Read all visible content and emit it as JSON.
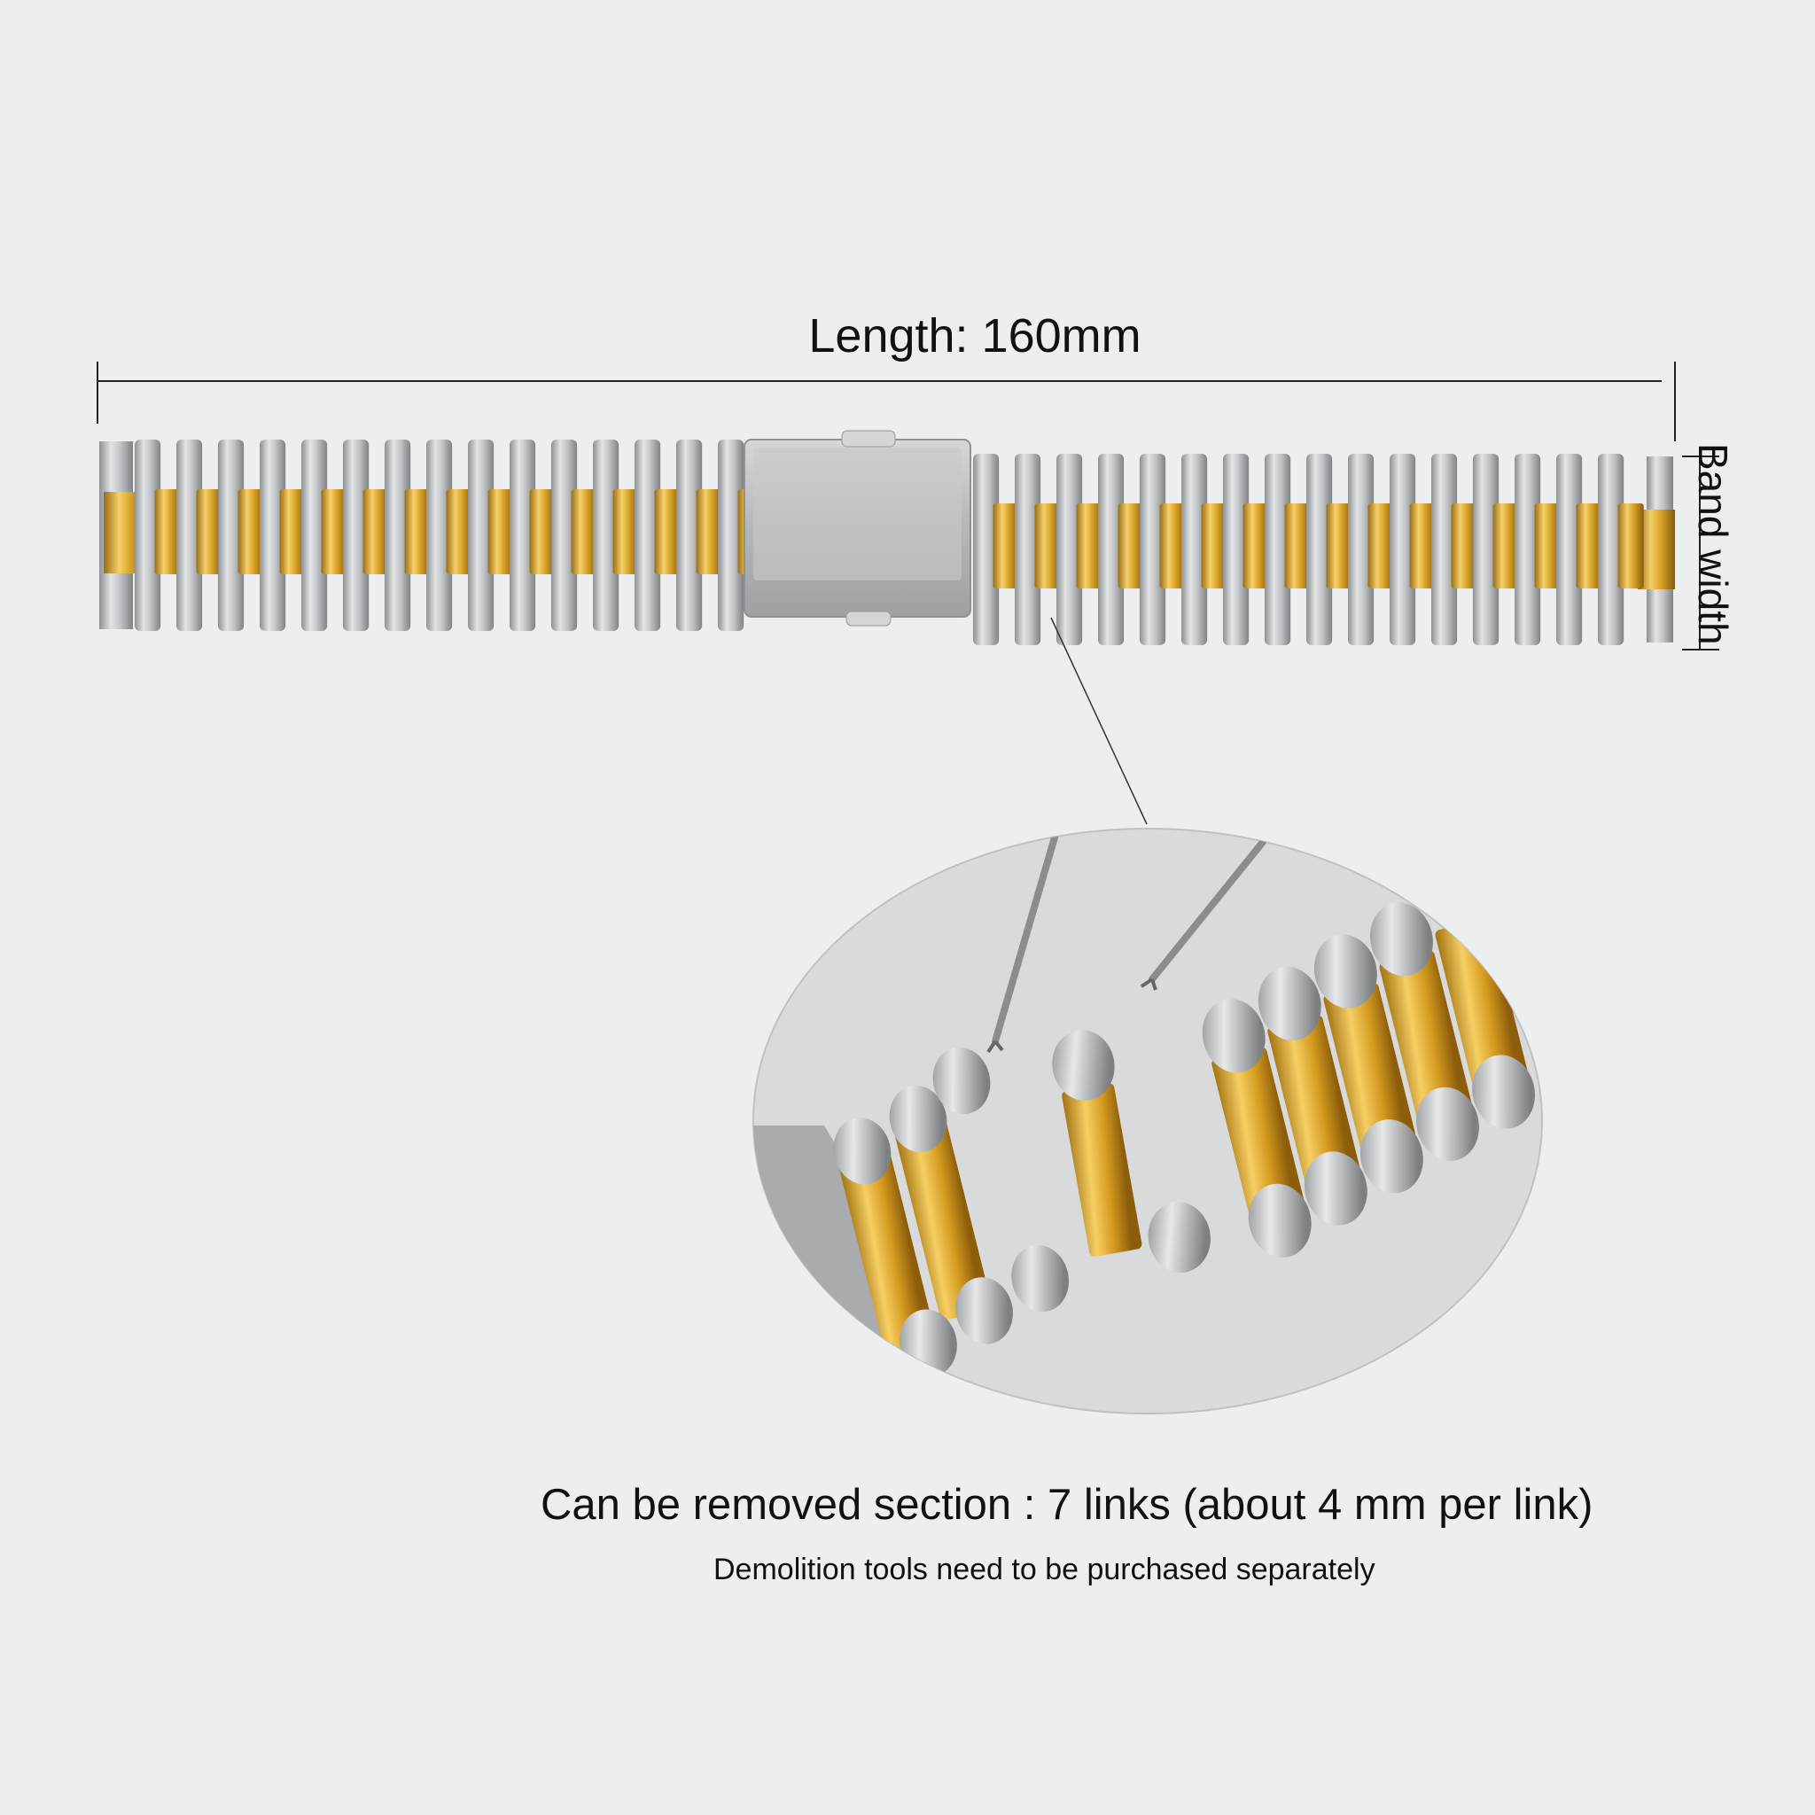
{
  "length_label": "Length: 160mm",
  "band_width_label": "Band width",
  "removal_note": "Can be removed section : 7 links (about 4 mm per link)",
  "tools_note": "Demolition tools need to be purchased separately",
  "colors": {
    "gold": "#d6a320",
    "silver": "#b9bcbf",
    "background": "#eceeef"
  }
}
